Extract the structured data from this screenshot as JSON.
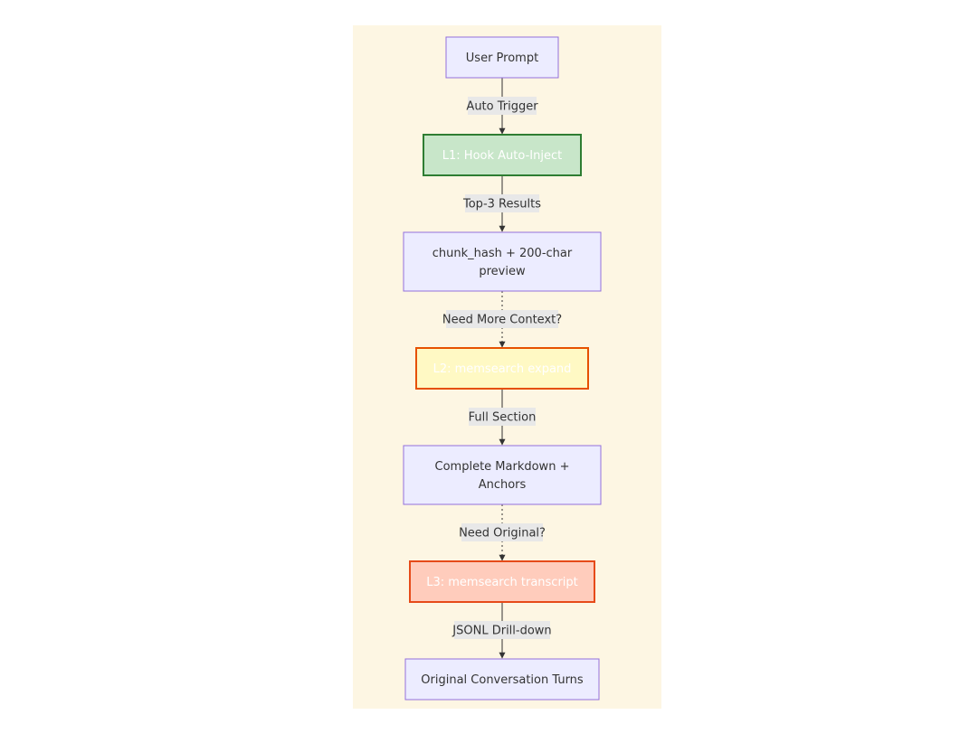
{
  "colors": {
    "canvas_background": "#fdf6e3",
    "edge_line": "#333333",
    "edge_label_background": "#e8e8e8",
    "default_node_fill": "#ececff",
    "default_node_stroke": "#9370db",
    "default_node_text": "#333333",
    "l1_fill": "#c8e6c9",
    "l1_stroke": "#2e7d32",
    "l2_fill": "#fff9c4",
    "l2_stroke": "#e65100",
    "l3_fill": "#ffccbc",
    "l3_stroke": "#e64a19",
    "highlight_text": "#ffffff"
  },
  "nodes": {
    "user_prompt": {
      "lines": [
        "User Prompt"
      ]
    },
    "l1_hook": {
      "lines": [
        "L1: Hook Auto-Inject"
      ]
    },
    "chunk_preview": {
      "lines": [
        "chunk_hash + 200-char",
        "preview"
      ]
    },
    "l2_expand": {
      "lines": [
        "L2: memsearch expand"
      ]
    },
    "complete_markdown": {
      "lines": [
        "Complete Markdown +",
        "Anchors"
      ]
    },
    "l3_transcript": {
      "lines": [
        "L3: memsearch transcript"
      ]
    },
    "original_turns": {
      "lines": [
        "Original Conversation Turns"
      ]
    }
  },
  "edges": [
    {
      "from": "user_prompt",
      "to": "l1_hook",
      "label": "Auto Trigger",
      "style": "solid"
    },
    {
      "from": "l1_hook",
      "to": "chunk_preview",
      "label": "Top-3 Results",
      "style": "solid"
    },
    {
      "from": "chunk_preview",
      "to": "l2_expand",
      "label": "Need More Context?",
      "style": "dotted"
    },
    {
      "from": "l2_expand",
      "to": "complete_markdown",
      "label": "Full Section",
      "style": "solid"
    },
    {
      "from": "complete_markdown",
      "to": "l3_transcript",
      "label": "Need Original?",
      "style": "dotted"
    },
    {
      "from": "l3_transcript",
      "to": "original_turns",
      "label": "JSONL Drill-down",
      "style": "solid"
    }
  ]
}
